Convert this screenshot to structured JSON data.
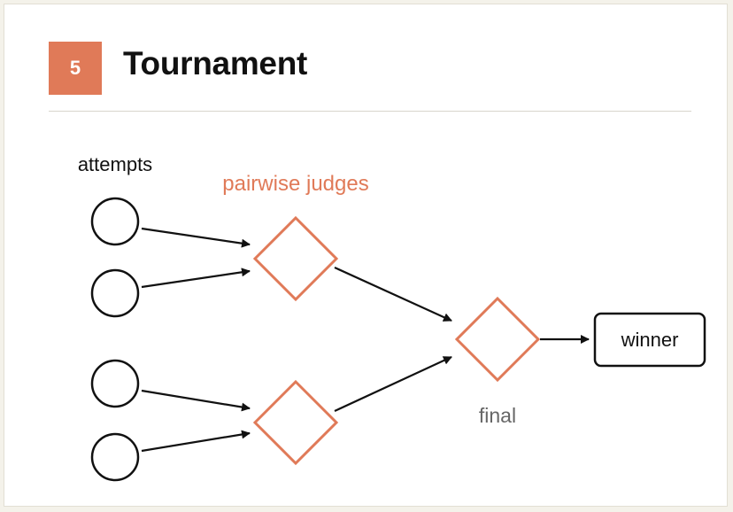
{
  "header": {
    "step_number": "5",
    "title": "Tournament"
  },
  "diagram": {
    "attempts_label": "attempts",
    "judges_label": "pairwise judges",
    "final_label": "final",
    "winner_label": "winner"
  },
  "colors": {
    "accent": "#e07a58",
    "text": "#111111",
    "muted": "#666666"
  }
}
